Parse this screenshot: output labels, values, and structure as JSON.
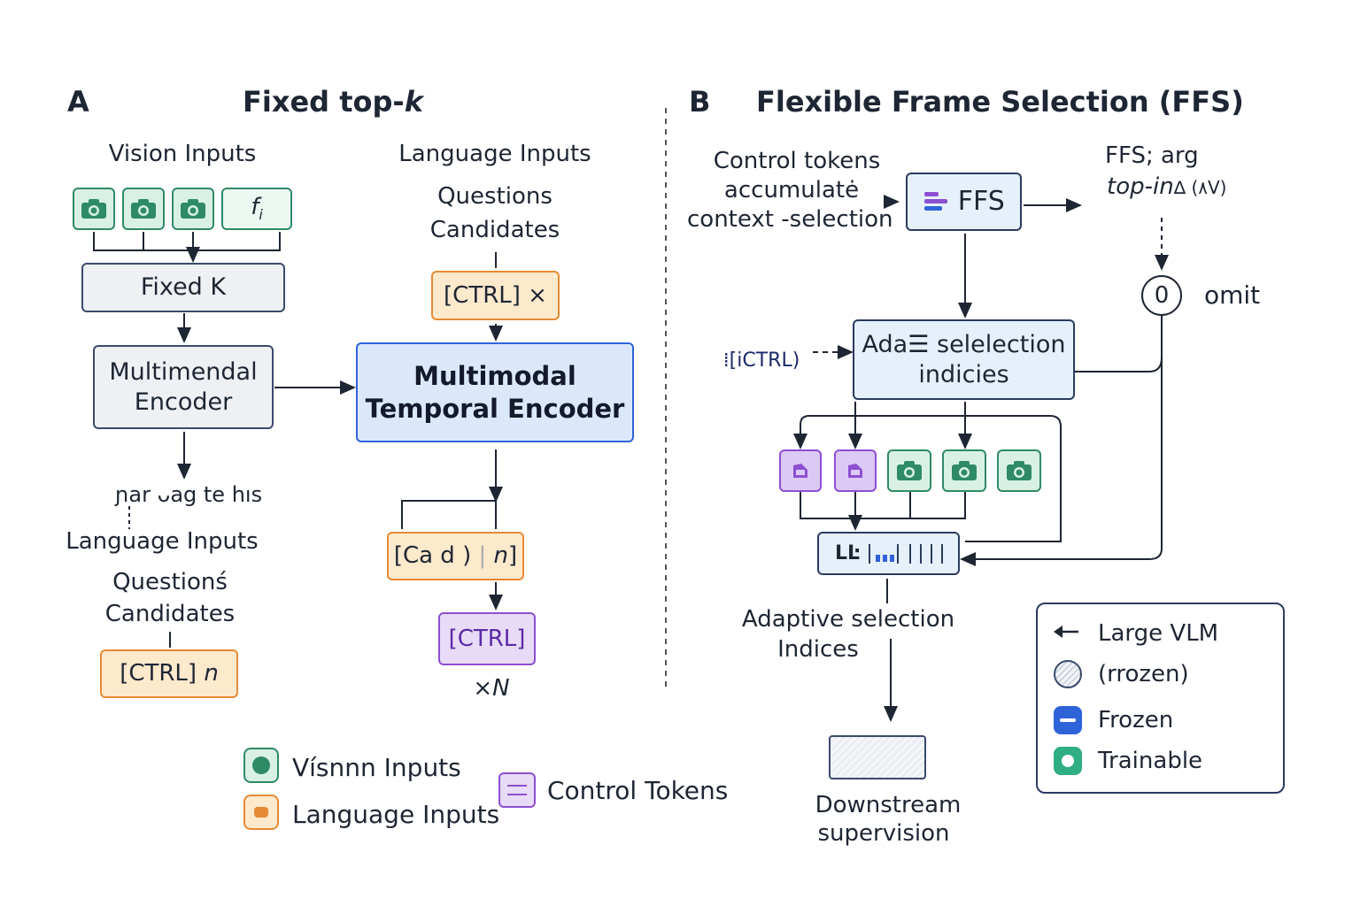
{
  "panel_a": {
    "letter": "A",
    "title_prefix": "Fixed top-",
    "title_k": "k",
    "vision_inputs": "Vision Inputs",
    "frame_glyph": "f",
    "frame_sub": "i",
    "fixed_k": "Fixed K",
    "encoder_line1": "Multimendal",
    "encoder_line2": "Encoder",
    "garbled": "ɲar ᴗag te hıs",
    "language_inputs_bottom": "Language Inputs",
    "questions_bottom": "Questionś",
    "candidates_bottom": "Candidates",
    "ctrl_n_prefix": "[CTRL]",
    "ctrl_n_var": "n",
    "language_inputs_top": "Language Inputs",
    "questions_top": "Questions",
    "candidates_top": "Candidates",
    "ctrl_x": "[CTRL] ×",
    "temporal_line1": "Multimodal",
    "temporal_line2": "Temporal Encoder",
    "cad_prefix": "[Ca d )",
    "cad_var": "n",
    "cad_suffix": "]",
    "ctrl_purple": "[CTRL]",
    "times_n_prefix": "×",
    "times_n_var": "N"
  },
  "panel_b": {
    "letter": "B",
    "title": "Flexible Frame Selection (FFS)",
    "control_line1": "Control tokens",
    "control_line2": "accumulatė",
    "control_line3": "context -selection",
    "ffs_label": "FFS",
    "ffs_arg_line1": "FFS; arg",
    "ffs_arg_line2_italic": "top-in",
    "ffs_arg_line2_rest": "∆ (۸Ⅴ)",
    "zero": "0",
    "omit": "omit",
    "ictrl": "⁞[iCTRL)",
    "ada_line1": "Ada☰ selelection",
    "ada_line2": "indicies",
    "bar_text": "LĿ",
    "adaptive_line1": "Adaptive selection",
    "adaptive_line2": "Indices",
    "downstream_line1": "Downstream",
    "downstream_line2": "supervision"
  },
  "legend_bottom": {
    "vision": "Vísnnn Inputs",
    "language": "Language Inputs",
    "control": "Control Tokens"
  },
  "legend_right": {
    "large_vlm": "Large VLM",
    "rrozen": "(rrozen)",
    "frozen": "Frozen",
    "trainable": "Trainable"
  },
  "colors": {
    "green": "#2f8a66",
    "orange": "#e68a35",
    "purple": "#8d4fd1",
    "blue": "#2f63d8",
    "navy": "#2b3b60"
  }
}
